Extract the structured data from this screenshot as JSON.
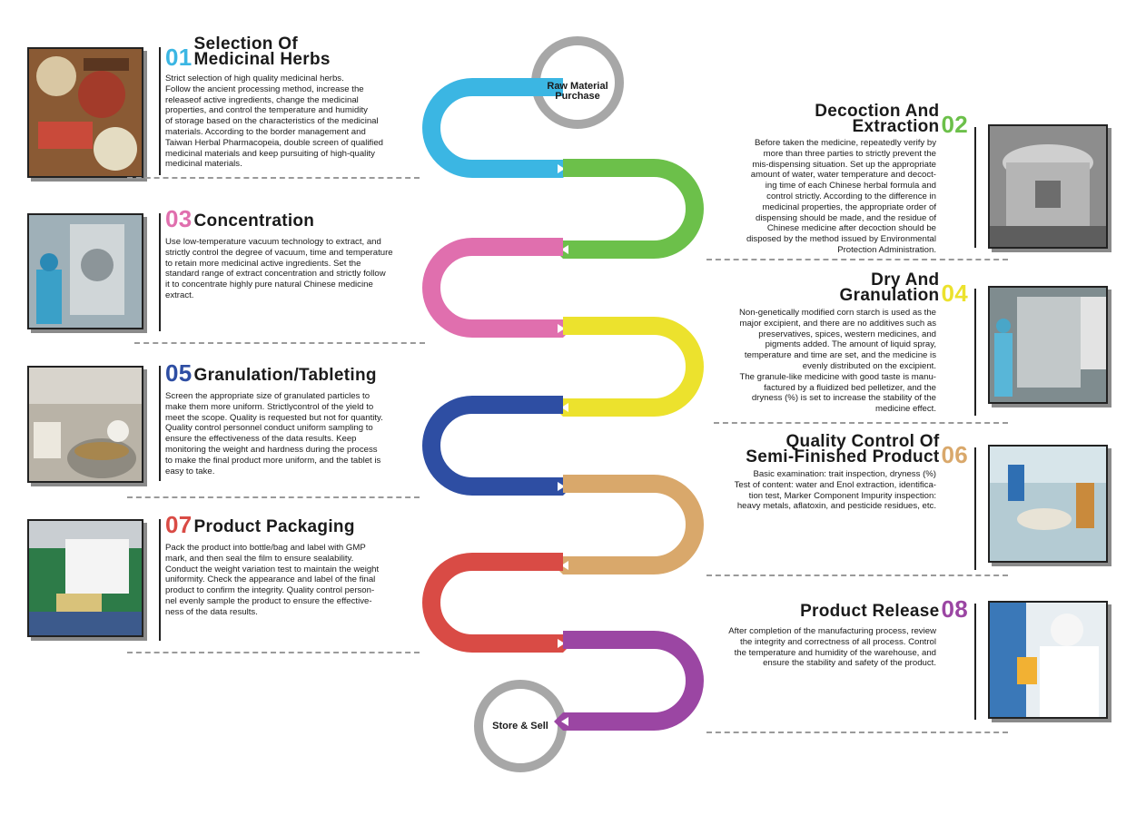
{
  "start_label": "Raw Material\nPurchase",
  "end_label": "Store & Sell",
  "steps": [
    {
      "num": "01",
      "title_lines": [
        "Selection Of",
        "Medicinal Herbs"
      ],
      "color": "#3bb6e3",
      "side": "left",
      "icon": "thermometer-icon",
      "text": "Strict selection of high quality medicinal herbs.\nFollow the ancient processing method, increase the\nreleaseof active ingredients, change the medicinal\nproperties, and control the temperature and humidity\nof storage based on the characteristics of the medicinal\nmaterials. According to the border management and\nTaiwan Herbal Pharmacopeia, double screen of qualified\nmedicinal materials and keep pursuiting of high-quality\nmedicinal materials."
    },
    {
      "num": "02",
      "title_lines": [
        "Decoction And",
        "Extraction"
      ],
      "color": "#6cc04a",
      "side": "right",
      "icon": "steam-flame-icon",
      "text": "Before taken the medicine, repeatedly verify by\nmore than three parties to strictly prevent the\nmis-dispensing situation. Set up the appropriate\namount of water, water temperature and decoct-\ning time of each Chinese herbal formula and\ncontrol strictly. According to the difference in\nmedicinal properties, the appropriate order of\ndispensing should be made, and the residue of\nChinese medicine after decoction should be\ndisposed by the method issued by Environmental\nProtection Administration."
    },
    {
      "num": "03",
      "title_lines": [
        "Concentration"
      ],
      "color": "#e06fae",
      "side": "left",
      "icon": "flask-heat-icon",
      "text": "Use low-temperature vacuum technology to extract, and\nstrictly control the degree of vacuum, time and temperature\nto retain more medicinal active ingredients. Set the\nstandard range of extract concentration and strictly follow\nit to concentrate highly pure natural Chinese medicine\nextract."
    },
    {
      "num": "04",
      "title_lines": [
        "Dry And",
        "Granulation"
      ],
      "color": "#ece22d",
      "side": "right",
      "icon": "gear-gauge-icon",
      "text": "Non-genetically modified corn starch is used as the\nmajor excipient, and there are no additives such as\npreservatives, spices, western medicines, and\npigments added. The amount of liquid spray,\ntemperature and time are set, and the medicine is\nevenly distributed on the excipient.\nThe granule-like medicine with good taste is manu-\nfactured by a fluidized bed pelletizer, and the\ndryness (%) is set to increase the stability of the\nmedicine effect."
    },
    {
      "num": "05",
      "title_lines": [
        "Granulation/Tableting"
      ],
      "color": "#2e4ea3",
      "side": "left",
      "icon": "funnel-icon",
      "text": "Screen the appropriate size of granulated particles to\nmake them more uniform. Strictlycontrol of the yield to\nmeet the scope. Quality is requested but not for quantity.\nQuality control personnel conduct uniform sampling to\nensure the effectiveness of the data results. Keep\nmonitoring the weight and hardness during the process\nto make the final product more uniform, and the tablet is\neasy to take."
    },
    {
      "num": "06",
      "title_lines": [
        "Quality Control Of",
        "Semi-Finished Product"
      ],
      "color": "#d9a86b",
      "side": "right",
      "icon": "lab-flask-icon",
      "text": "Basic examination: trait inspection, dryness (%)\nTest of content: water and Enol extraction, identifica-\ntion test, Marker Component Impurity inspection:\nheavy metals, aflatoxin, and pesticide residues, etc."
    },
    {
      "num": "07",
      "title_lines": [
        "Product Packaging"
      ],
      "color": "#d94b45",
      "side": "left",
      "icon": "box-check-icon",
      "text": "Pack the product into bottle/bag and label with GMP\nmark, and then seal the film to ensure sealability.\nConduct the weight variation test to maintain the weight\nuniformity. Check the appearance and label of the final\nproduct to confirm the integrity. Quality control person-\nnel evenly sample the product to ensure the effective-\nness of the data results."
    },
    {
      "num": "08",
      "title_lines": [
        "Product Release"
      ],
      "color": "#9b46a3",
      "side": "right",
      "icon": "clipboard-icon",
      "text": "After completion of the manufacturing process, review\nthe integrity and correctness of all process. Control\nthe temperature and humidity of the warehouse, and\nensure the stability and safety of the product."
    }
  ]
}
